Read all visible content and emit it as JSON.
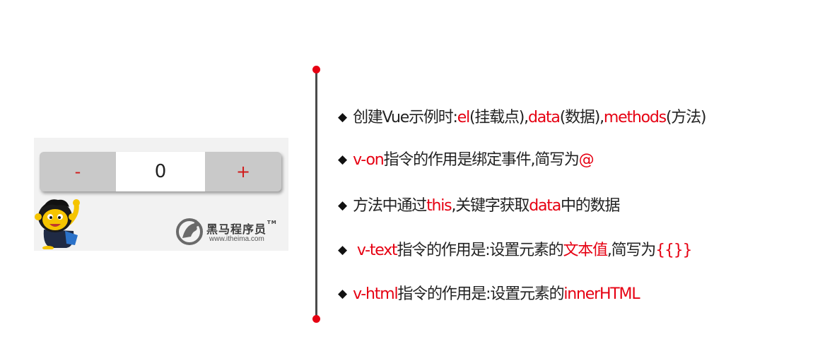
{
  "counter": {
    "minus_label": "-",
    "value": "0",
    "plus_label": "+"
  },
  "brand": {
    "name": "黑马程序员",
    "tm": "TM",
    "url": "www.itheima.com"
  },
  "colors": {
    "accent": "#e60012",
    "text": "#222222",
    "line": "#4a4a4a"
  },
  "bullets": [
    {
      "marker": "◆",
      "segments": [
        {
          "text": "创建Vue示例时:",
          "style": "normal"
        },
        {
          "text": "el",
          "style": "red"
        },
        {
          "text": "(挂载点),",
          "style": "normal"
        },
        {
          "text": "data",
          "style": "red"
        },
        {
          "text": "(数据),",
          "style": "normal"
        },
        {
          "text": "methods",
          "style": "red"
        },
        {
          "text": "(方法)",
          "style": "normal"
        }
      ]
    },
    {
      "marker": "◆",
      "segments": [
        {
          "text": "v-on",
          "style": "red"
        },
        {
          "text": "指令的作用是绑定事件,简写为",
          "style": "normal"
        },
        {
          "text": "@",
          "style": "red"
        }
      ]
    },
    {
      "marker": "◆",
      "segments": [
        {
          "text": "方法中通过",
          "style": "normal"
        },
        {
          "text": "this",
          "style": "red"
        },
        {
          "text": ",关键字获取",
          "style": "normal"
        },
        {
          "text": "data",
          "style": "red"
        },
        {
          "text": "中的数据",
          "style": "normal"
        }
      ]
    },
    {
      "marker": "◆",
      "segments": [
        {
          "text": " v-text",
          "style": "red"
        },
        {
          "text": "指令的作用是:设置元素的",
          "style": "normal"
        },
        {
          "text": "文本值",
          "style": "red"
        },
        {
          "text": ",简写为",
          "style": "normal"
        },
        {
          "text": "{{}}",
          "style": "red"
        }
      ]
    },
    {
      "marker": "◆",
      "segments": [
        {
          "text": "v-html",
          "style": "red"
        },
        {
          "text": "指令的作用是:设置元素的",
          "style": "normal"
        },
        {
          "text": "innerHTML",
          "style": "red"
        }
      ]
    }
  ]
}
